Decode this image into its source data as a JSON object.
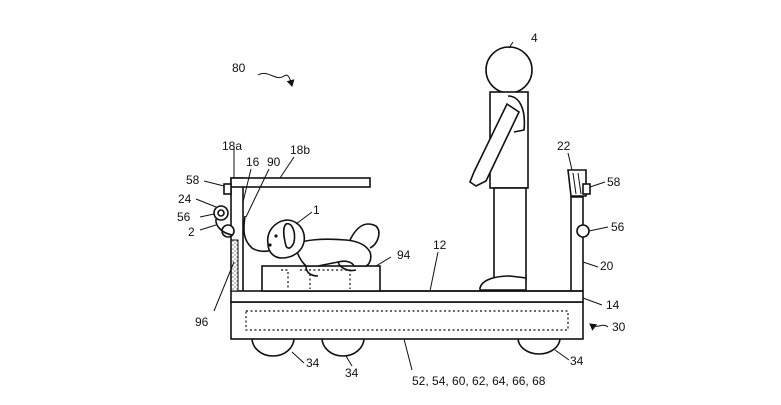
{
  "figure": {
    "ref_labels": {
      "r80": "80",
      "r4": "4",
      "r18a": "18a",
      "r18b": "18b",
      "r16": "16",
      "r90": "90",
      "r58_left": "58",
      "r58_right": "58",
      "r22": "22",
      "r24": "24",
      "r56_left": "56",
      "r56_right": "56",
      "r2": "2",
      "r1": "1",
      "r94": "94",
      "r12": "12",
      "r20": "20",
      "r14": "14",
      "r96": "96",
      "r30": "30",
      "r34_left": "34",
      "r34_mid": "34",
      "r34_right": "34",
      "r_list": "52, 54, 60, 62, 64, 66, 68"
    }
  }
}
